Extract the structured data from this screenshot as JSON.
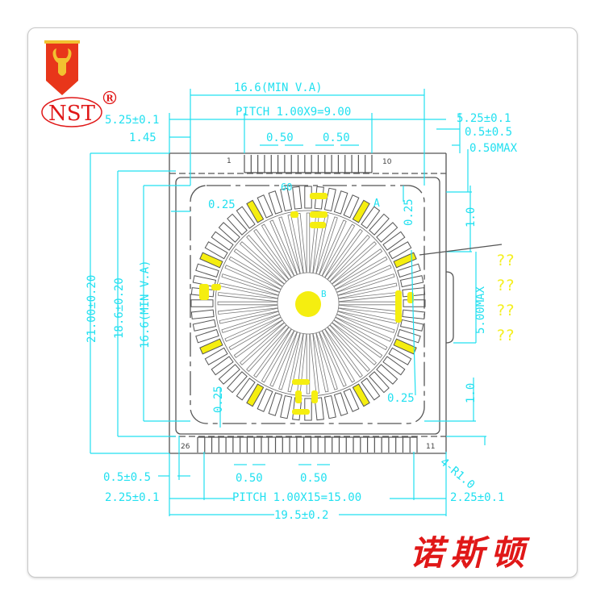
{
  "logo": {
    "brand_text": "NST",
    "registered_mark": "®",
    "shield_color": "#e8361a",
    "gold_color": "#f2c230"
  },
  "brand_name_cn": "诺斯顿",
  "colors": {
    "dimension": "#22e0f0",
    "outline": "#555555",
    "highlight": "#f5ee10",
    "brand_red": "#e01818"
  },
  "dimensions": {
    "top": {
      "view_area_width": "16.6(MIN V.A)",
      "pitch_top": "PITCH 1.00X9=9.00",
      "left_offset": "5.25±0.1",
      "left_edge": "1.45",
      "pad_width_1": "0.50",
      "pad_width_2": "0.50",
      "right_offset": "5.25±0.1",
      "right_gap": "0.5±0.5",
      "max_thickness": "0.50MAX"
    },
    "left": {
      "total_height": "21.00±0.20",
      "glass_height": "18.6±0.20",
      "view_area_height": "16.6(MIN V.A)"
    },
    "inner": {
      "corner_left": "0.25",
      "corner_right": "0.25",
      "corner_bottom_left": "0.25",
      "corner_bottom_right": "0.25",
      "angle_label": "60",
      "point_a": "A",
      "point_b": "B"
    },
    "right": {
      "top_margin": "1.0",
      "tab_height": "5.00MAX",
      "bottom_margin": "1.0"
    },
    "bottom": {
      "pad_width_1": "0.50",
      "pad_width_2": "0.50",
      "left_gap": "0.5±0.5",
      "left_offset": "2.25±0.1",
      "pitch_bottom": "PITCH 1.00X15=15.00",
      "right_offset": "2.25±0.1",
      "total_width": "19.5±0.2",
      "corner_radius": "4-R1.0"
    }
  },
  "pins": {
    "top_first": "1",
    "top_last": "10",
    "bottom_first": "26",
    "bottom_last": "11",
    "top_count": 10,
    "bottom_count": 16
  },
  "legend_items": [
    "??",
    "??",
    "??",
    "??"
  ]
}
